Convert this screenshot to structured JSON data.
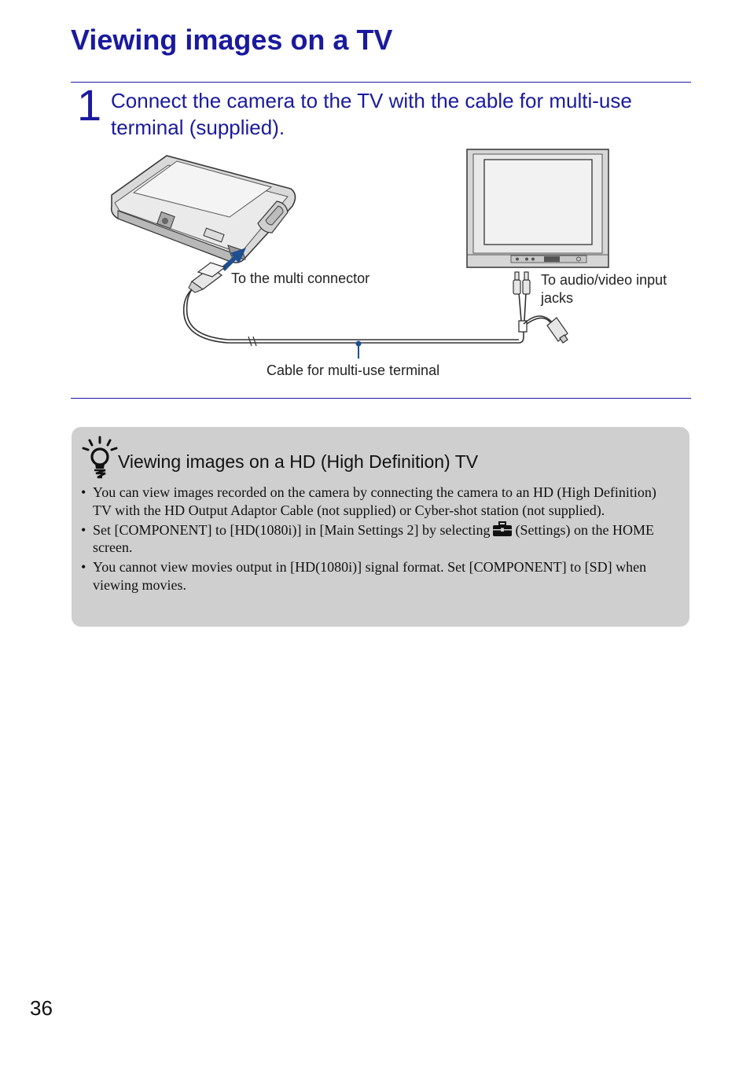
{
  "page": {
    "title": "Viewing images on a TV",
    "page_number": "36"
  },
  "step": {
    "number": "1",
    "text": "Connect the camera to the TV with the cable for multi-use terminal (supplied)."
  },
  "diagram": {
    "label_multi_connector": "To the multi connector",
    "label_av_jacks": "To audio/video input jacks",
    "label_cable": "Cable for multi-use terminal",
    "accent_color": "#1a1a9e",
    "callout_color": "#1e4f8f"
  },
  "hint": {
    "icon": "lightbulb-hint-icon",
    "title": "Viewing images on a HD (High Definition) TV",
    "items": [
      "You can view images recorded on the camera by connecting the camera to an HD (High Definition) TV with the HD Output Adaptor Cable (not supplied) or Cyber-shot station (not supplied).",
      {
        "before": "Set [COMPONENT] to [HD(1080i)] in [Main Settings 2] by selecting",
        "icon": "toolbox-settings-icon",
        "after": "(Settings) on the HOME screen."
      },
      "You cannot view movies output in [HD(1080i)] signal format. Set [COMPONENT] to [SD] when viewing movies."
    ],
    "background_color": "#cfcfcf"
  }
}
